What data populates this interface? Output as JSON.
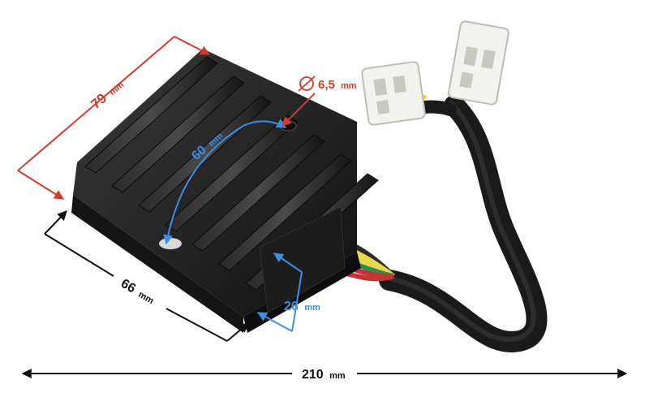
{
  "dimensions": {
    "height": {
      "value": "79",
      "unit": "mm",
      "color": "#d63a2a"
    },
    "width": {
      "value": "66",
      "unit": "mm",
      "color": "#111111"
    },
    "hole_spacing": {
      "value": "60",
      "unit": "mm",
      "color": "#3a8ee6"
    },
    "depth": {
      "value": "26",
      "unit": "mm",
      "color": "#3a8ee6"
    },
    "hole_diameter": {
      "value": "6,5",
      "unit": "mm",
      "color": "#d63a2a"
    },
    "total_length": {
      "value": "210",
      "unit": "mm",
      "color": "#111111"
    }
  },
  "wire_colors": [
    "#2c2c2c",
    "#e8d84a",
    "#e8d84a",
    "#2e8b57",
    "#c83232",
    "#c83232"
  ]
}
